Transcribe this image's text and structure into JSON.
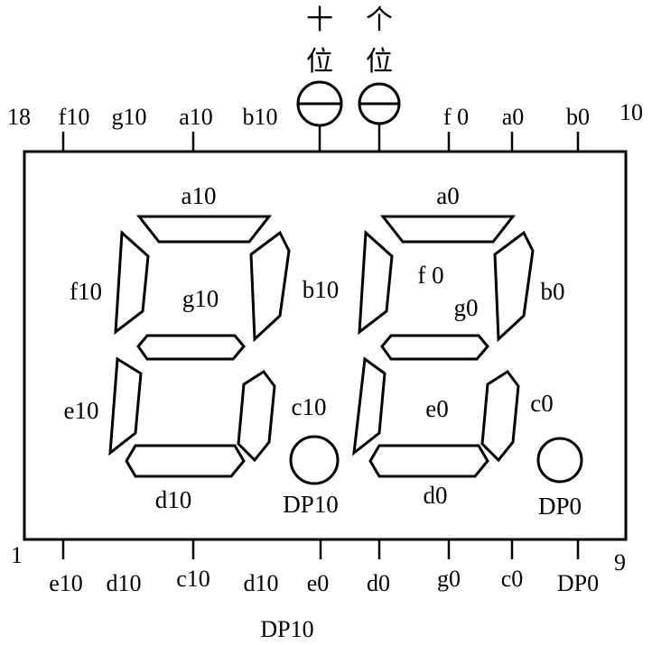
{
  "digit_labels": {
    "tens": [
      "十",
      "位"
    ],
    "ones": [
      "个",
      "位"
    ]
  },
  "top_pins": {
    "left_number": "18",
    "right_number": "10",
    "labels": [
      "f10",
      "g10",
      "a10",
      "b10",
      "f 0",
      "a0",
      "b0"
    ]
  },
  "bottom_pins": {
    "left_number": "1",
    "right_number": "9",
    "labels": [
      "e10",
      "d10",
      "c10",
      "d10",
      "e0",
      "d0",
      "g0",
      "c0",
      "DP0"
    ],
    "extra_label": "DP10"
  },
  "tens_digit": {
    "a": "a10",
    "b": "b10",
    "c": "c10",
    "d": "d10",
    "e": "e10",
    "f": "f10",
    "g": "g10",
    "dp": "DP10"
  },
  "ones_digit": {
    "a": "a0",
    "b": "b0",
    "c": "c0",
    "d": "d0",
    "e": "e0",
    "f": "f 0",
    "g": "g0",
    "dp": "DP0"
  }
}
